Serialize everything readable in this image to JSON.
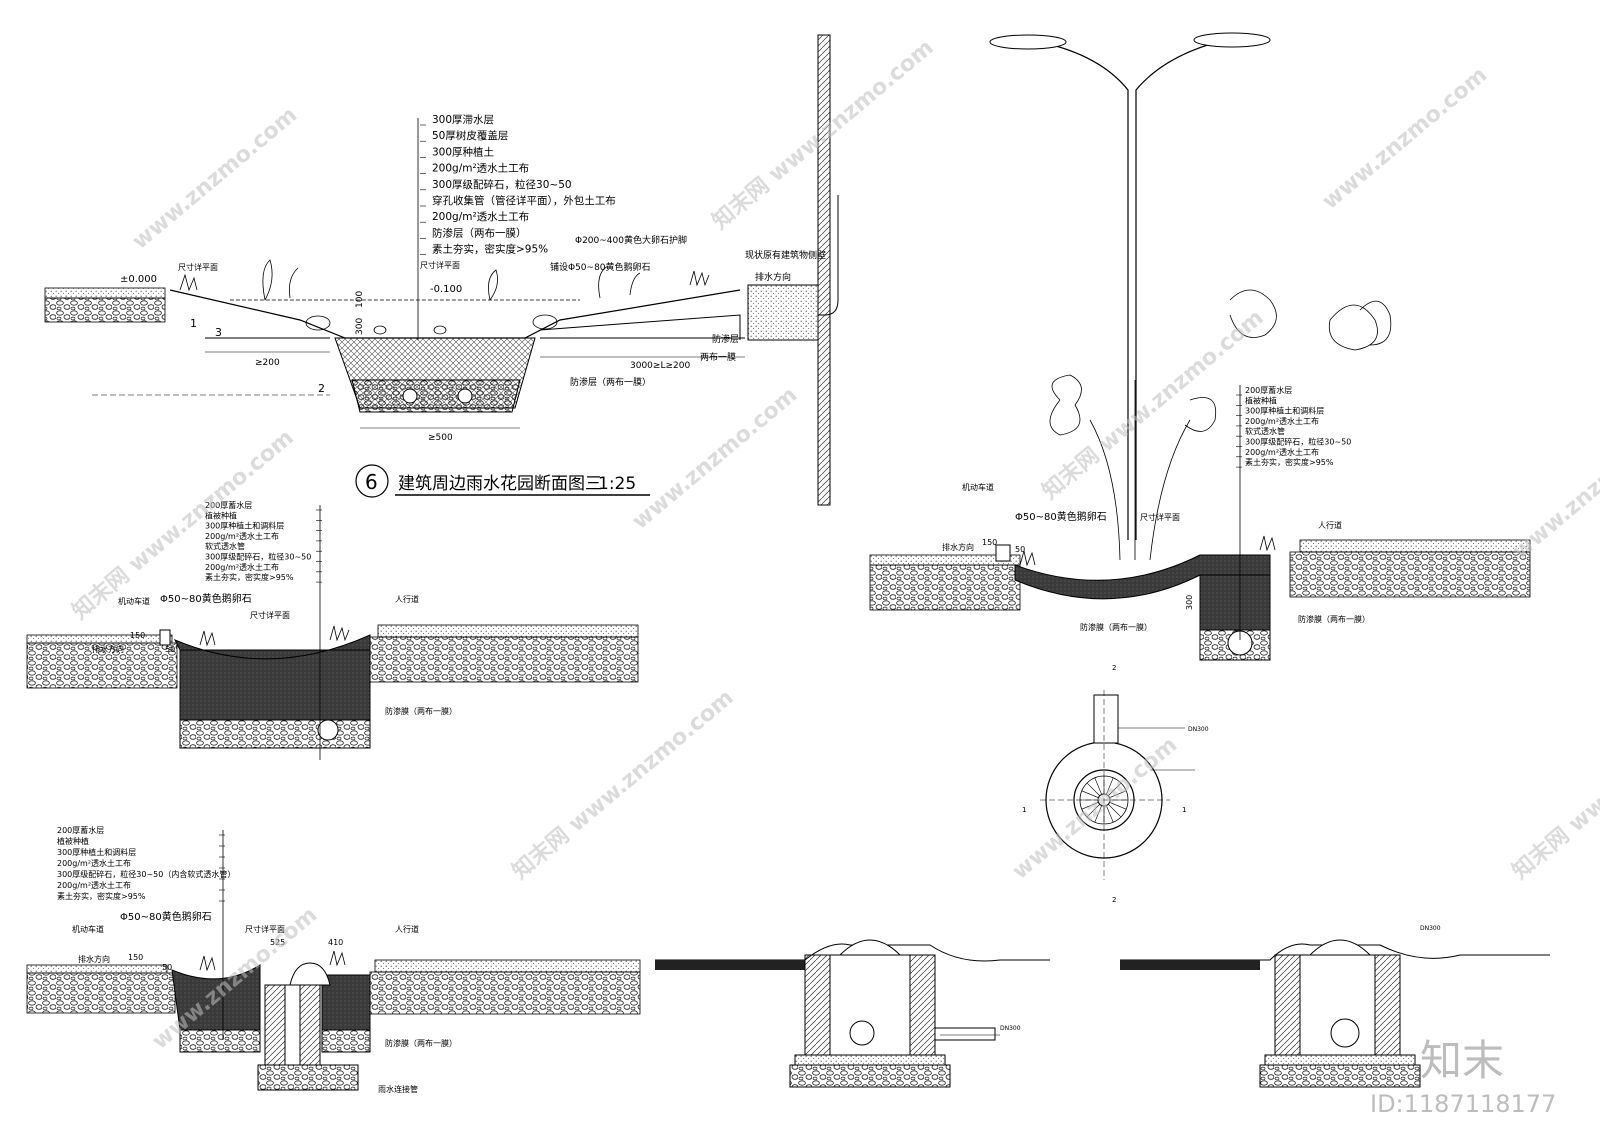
{
  "section6": {
    "layers": [
      "300厚滞水层",
      "50厚树皮覆盖层",
      "300厚种植土",
      "200g/m²透水土工布",
      "300厚级配碎石，粒径30~50",
      "穿孔收集管（管径详平面），外包土工布",
      "200g/m²透水土工布",
      "防渗层（两布一膜）",
      "素土夯实，密实度>95%"
    ],
    "datum": "±0.000",
    "dim_plan": "尺寸详平面",
    "level": "-0.100",
    "stone_toe": "Φ200~400黄色大卵石护脚",
    "pebble": "铺设Φ50~80黄色鹅卵石",
    "wall_note": "现状原有建筑物侧壁",
    "drain_dir": "排水方向",
    "dim_200": "≥200",
    "dim_l": "3000≥L≥200",
    "dim_500": "≥500",
    "impervious1": "防渗层",
    "impervious2": "两布一膜",
    "impervious3": "防渗层（两布一膜）",
    "d300": "300",
    "d100": "100",
    "slope_1": "1",
    "slope_3": "3",
    "slope_2": "2",
    "title_no": "6",
    "title": "建筑周边雨水花园断面图三",
    "scale": "1:25"
  },
  "sectionMid": {
    "layers": [
      "200厚蓄水层",
      "植被种植",
      "300厚种植土和调料层",
      "200g/m²透水土工布",
      "软式透水管",
      "300厚级配碎石，粒径30~50",
      "200g/m²透水土工布",
      "素土夯实，密实度>95%"
    ],
    "road": "机动车道",
    "drain": "排水方向",
    "d150": "150",
    "d50": "50",
    "pebble": "Φ50~80黄色鹅卵石",
    "dim_plan": "尺寸详平面",
    "walk": "人行道",
    "impervious": "防渗膜（两布一膜）"
  },
  "sectionBot": {
    "layers": [
      "200厚蓄水层",
      "植被种植",
      "300厚种植土和调料层",
      "200g/m²透水土工布",
      "300厚级配碎石，粒径30~50（内含软式透水管）",
      "200g/m²透水土工布",
      "素土夯实，密实度>95%"
    ],
    "road": "机动车道",
    "drain": "排水方向",
    "d150": "150",
    "d50": "50",
    "pebble": "Φ50~80黄色鹅卵石",
    "dim_plan": "尺寸详平面",
    "d525": "525",
    "d410": "410",
    "walk": "人行道",
    "impervious": "防渗膜（两布一膜）",
    "outlet": "雨水连接管"
  },
  "sectionRight": {
    "layers": [
      "200厚蓄水层",
      "植被种植",
      "300厚种植土和调料层",
      "200g/m²透水土工布",
      "软式透水管",
      "300厚级配碎石，粒径30~50",
      "200g/m²透水土工布",
      "素土夯实，密实度>95%"
    ],
    "road": "机动车道",
    "drain": "排水方向",
    "d150": "150",
    "d50": "50",
    "pebble": "Φ50~80黄色鹅卵石",
    "dim_plan": "尺寸详平面",
    "walk": "人行道",
    "impervious": "防渗膜（两布一膜）",
    "d300": "300"
  },
  "planView": {
    "mark_top": "2",
    "mark_bottom": "2",
    "mark_left": "1",
    "mark_right": "1",
    "pipe": "DN300"
  },
  "details": {
    "pipe_a": "DN300",
    "pipe_b": "DN300"
  },
  "watermark": {
    "site": "www.znzmo.com",
    "brand": "知末网",
    "logo": "知末",
    "id": "ID:1187118177"
  }
}
